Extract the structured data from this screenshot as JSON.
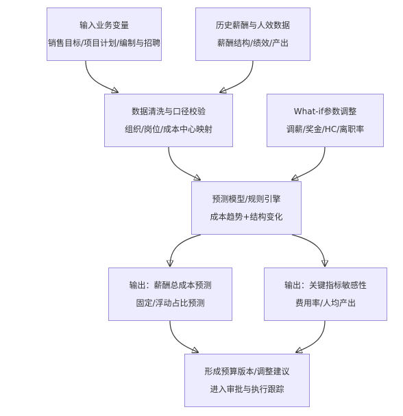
{
  "diagram": {
    "nodes": [
      {
        "id": "n1",
        "line1": "输入业务变量",
        "line2": "销售目标/项目计划/编制与招聘"
      },
      {
        "id": "n2",
        "line1": "历史薪酬与人效数据",
        "line2": "薪酬结构/绩效/产出"
      },
      {
        "id": "n3",
        "line1": "数据清洗与口径校验",
        "line2": "组织/岗位/成本中心映射"
      },
      {
        "id": "n4",
        "line1": "What-if参数调整",
        "line2": "调薪/奖金/HC/离职率"
      },
      {
        "id": "n5",
        "line1": "预测模型/规则引擎",
        "line2": "成本趋势+结构变化"
      },
      {
        "id": "n6",
        "line1": "输出：薪酬总成本预测",
        "line2": "固定/浮动占比预测"
      },
      {
        "id": "n7",
        "line1": "输出：关键指标敏感性",
        "line2": "费用率/人均产出"
      },
      {
        "id": "n8",
        "line1": "形成预算版本/调整建议",
        "line2": "进入审批与执行跟踪"
      }
    ],
    "edges": [
      {
        "from": "n1",
        "to": "n3"
      },
      {
        "from": "n2",
        "to": "n3"
      },
      {
        "from": "n3",
        "to": "n5"
      },
      {
        "from": "n4",
        "to": "n5"
      },
      {
        "from": "n5",
        "to": "n6"
      },
      {
        "from": "n5",
        "to": "n7"
      },
      {
        "from": "n6",
        "to": "n8"
      },
      {
        "from": "n7",
        "to": "n8"
      }
    ],
    "colors": {
      "node_fill": "#ececfe",
      "node_border": "#9b8ed6",
      "edge": "#333333",
      "text": "#333333"
    }
  }
}
